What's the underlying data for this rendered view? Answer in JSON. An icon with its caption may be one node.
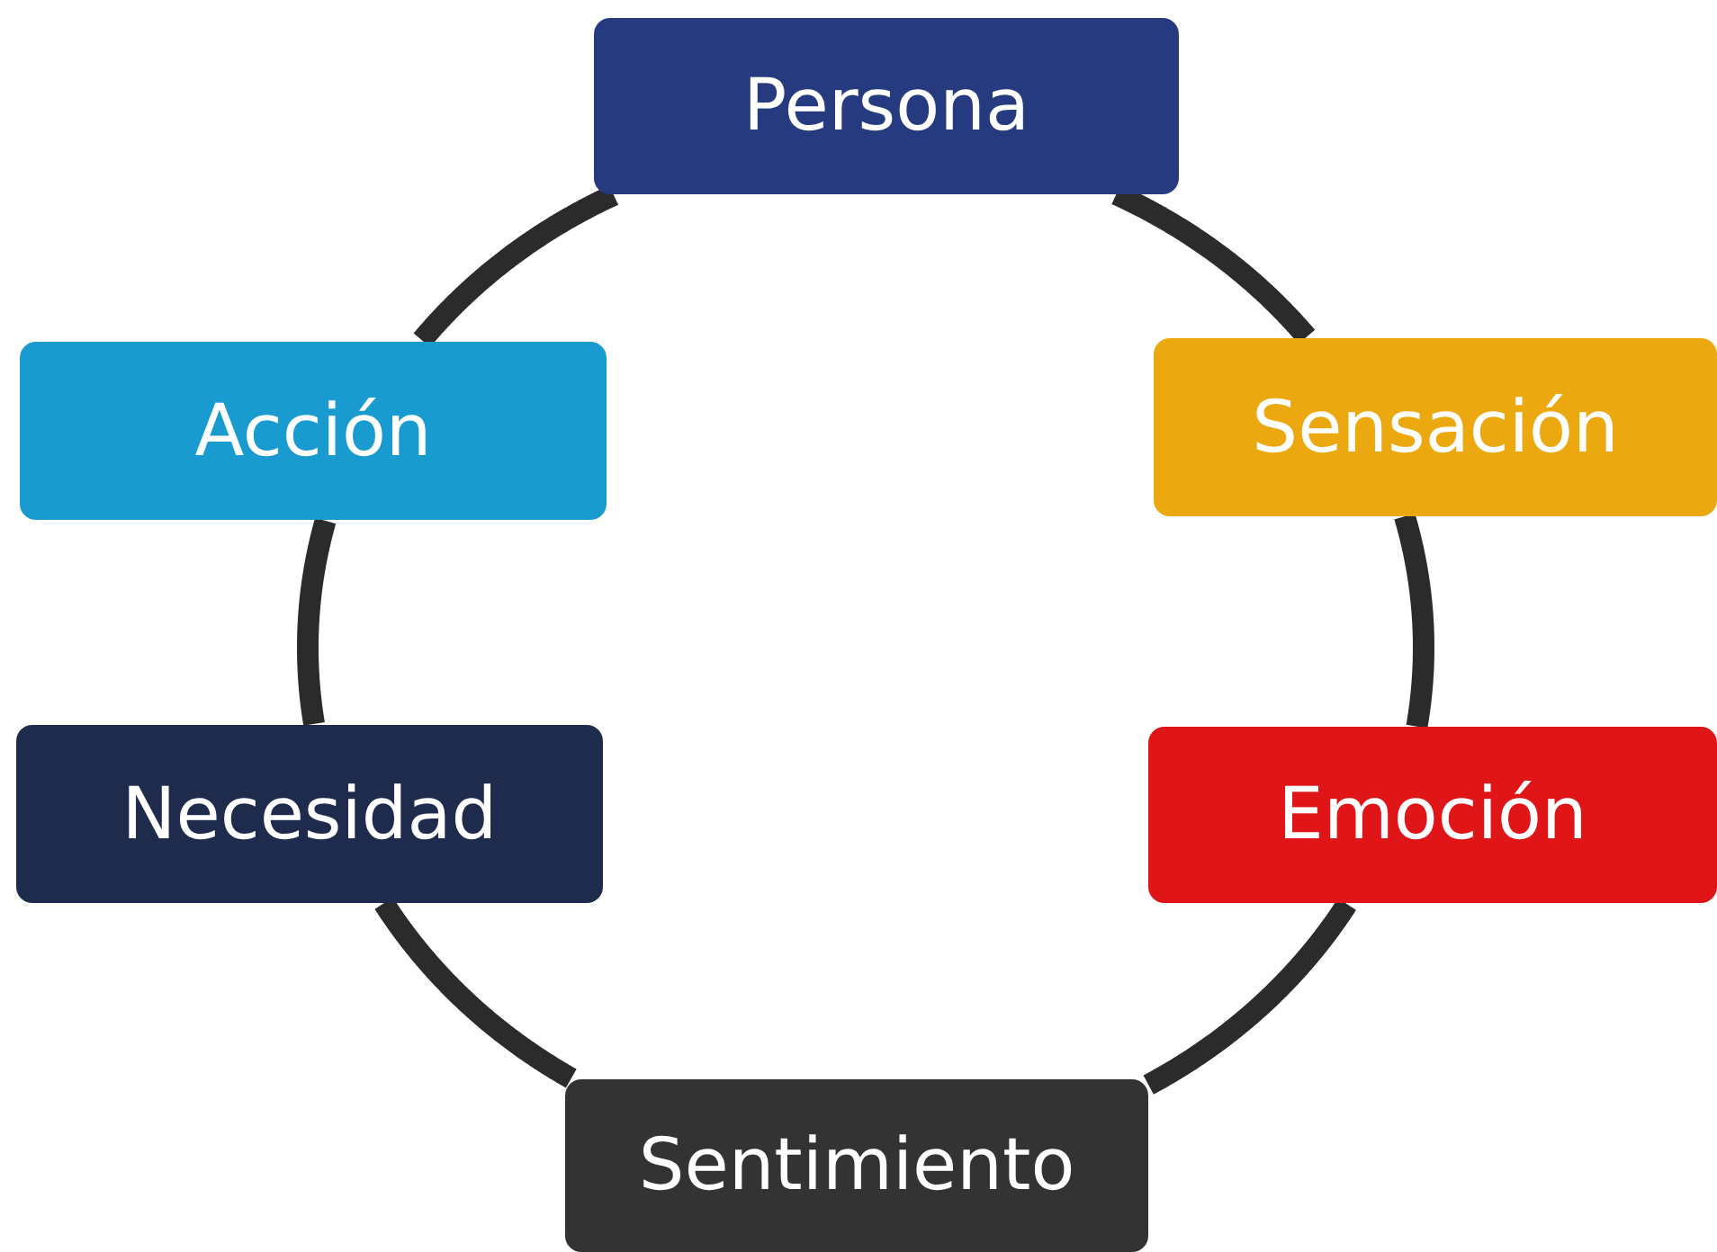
{
  "diagram": {
    "nodes": [
      {
        "text": [
          "Persona"
        ]
      },
      {
        "text": [
          "Acción"
        ]
      },
      {
        "text": [
          "Sensación"
        ]
      },
      {
        "text": [
          "Necesidad"
        ]
      },
      {
        "text": [
          "Emoción"
        ]
      },
      {
        "text": [
          "Sentimiento"
        ]
      }
    ],
    "edges": [
      {
        "from": 0,
        "to": 2,
        "arrow": "none"
      },
      {
        "from": 2,
        "to": 4,
        "arrow": "none"
      },
      {
        "from": 4,
        "to": 5,
        "arrow": "none"
      },
      {
        "from": 5,
        "to": 3,
        "arrow": "none"
      },
      {
        "from": 3,
        "to": 1,
        "arrow": "none"
      },
      {
        "from": 1,
        "to": 0,
        "arrow": "none"
      }
    ]
  }
}
